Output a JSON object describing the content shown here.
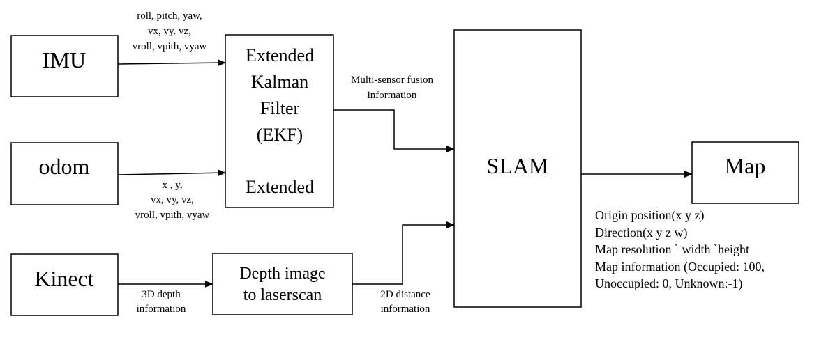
{
  "nodes": {
    "imu": "IMU",
    "odom": "odom",
    "kinect": "Kinect",
    "ekf": [
      "Extended",
      "Kalman",
      "Filter",
      "(EKF)",
      "Extended"
    ],
    "depth": [
      "Depth image",
      "to laserscan"
    ],
    "slam": "SLAM",
    "map": "Map"
  },
  "edges": {
    "imu_ekf": [
      "roll, pitch, yaw,",
      "vx, vy. vz,",
      "vroll, vpith, vyaw"
    ],
    "odom_ekf": [
      "x , y,",
      "vx, vy, vz,",
      "vroll, vpith, vyaw"
    ],
    "kinect_depth": [
      "3D depth",
      "information"
    ],
    "ekf_slam": [
      "Multi-sensor fusion",
      "information"
    ],
    "depth_slam": [
      "2D distance",
      "information"
    ]
  },
  "map_info": [
    "Origin position(x y z)",
    "Direction(x y z w)",
    "Map resolution ` width `height",
    "Map information (Occupied: 100,",
    "Unoccupied: 0, Unknown:-1)"
  ]
}
